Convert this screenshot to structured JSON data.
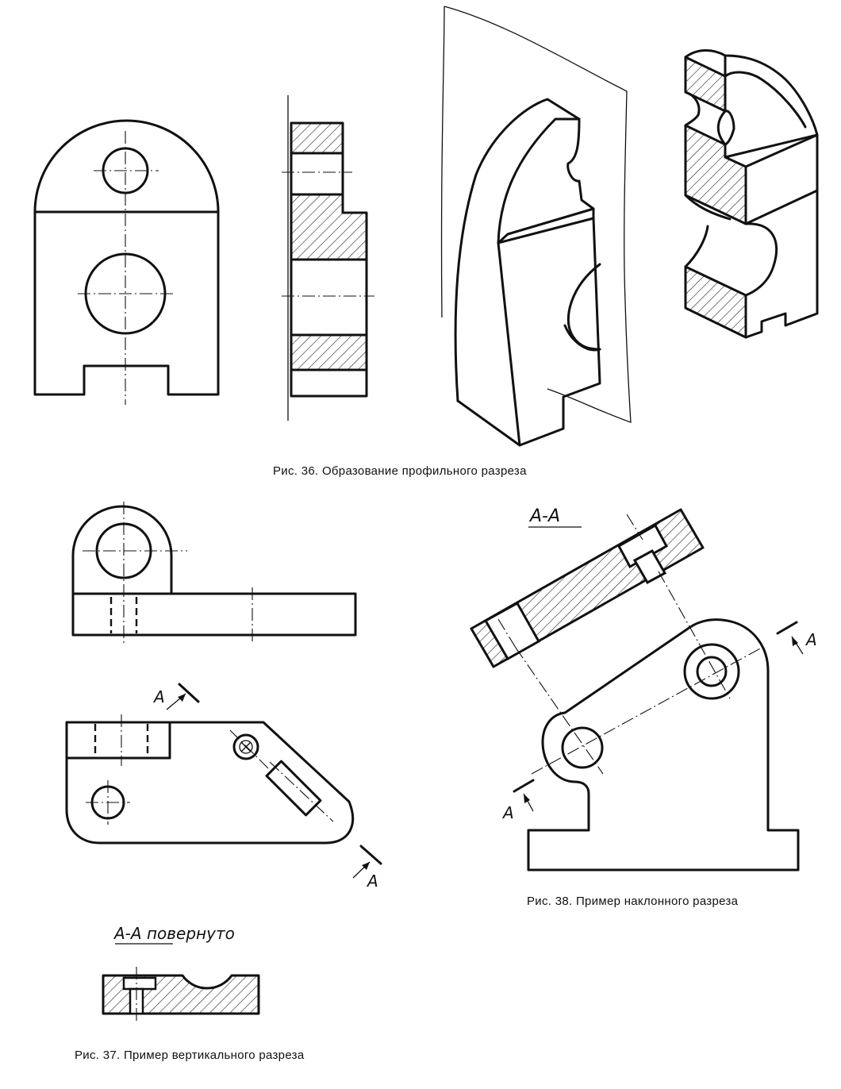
{
  "figures": {
    "fig36": {
      "caption": "Рис. 36. Образование профильного разреза"
    },
    "fig37": {
      "caption": "Рис. 37. Пример вертикального разреза",
      "section_title": "А-А повернуто",
      "cut_mark_1": "А",
      "cut_mark_2": "А"
    },
    "fig38": {
      "caption": "Рис. 38. Пример наклонного разреза",
      "section_title": "А-А",
      "cut_mark_1": "А",
      "cut_mark_2": "А"
    }
  }
}
